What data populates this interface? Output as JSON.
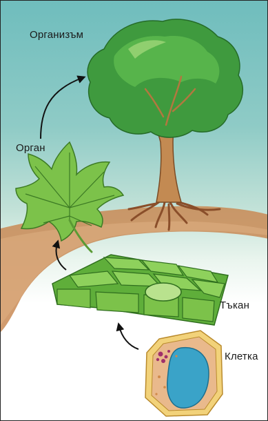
{
  "labels": {
    "organism": "Организъм",
    "organ": "Орган",
    "tissue": "Тъкан",
    "cell": "Клетка"
  },
  "colors": {
    "leaf": "#7cc24a",
    "foliage": "#3f9a3e",
    "trunk": "#c38a52",
    "ground": "#c98a55",
    "nucleus": "#3aa3c8",
    "cytoplasm": "#e9b98c"
  }
}
